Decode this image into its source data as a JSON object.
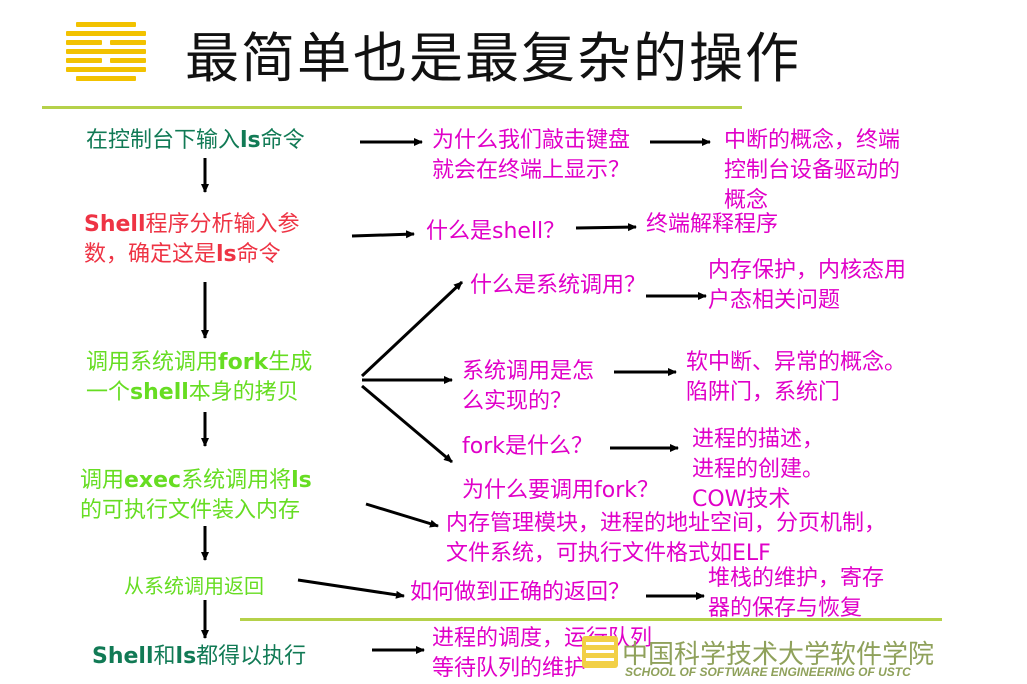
{
  "title": "最简单也是最复杂的操作",
  "left": {
    "step1": {
      "a": "在控制台下输入",
      "b": "ls",
      "c": "命令"
    },
    "step2": {
      "a": "Shell",
      "b": "程序分析输入参",
      "c": "数，确定这是",
      "d": "ls",
      "e": "命令"
    },
    "step3": {
      "a": "调用系统调用",
      "b": "fork",
      "c": "生成",
      "d": "一个",
      "e": "shell",
      "f": "本身的拷贝"
    },
    "step4": {
      "a": "调用",
      "b": "exec",
      "c": "系统调用将",
      "d": "ls",
      "e": "的可执行文件装入内存"
    },
    "step5": {
      "a": "从系统调用返回"
    },
    "step6": {
      "a": "Shell",
      "b": "和",
      "c": "ls",
      "d": "都得以执行"
    }
  },
  "questions": {
    "q1": [
      "为什么我们敲击键盘",
      "就会在终端上显示？"
    ],
    "q2": "什么是shell？",
    "q3": "什么是系统调用？",
    "q4": [
      "系统调用是怎",
      "么实现的？"
    ],
    "q5": "fork是什么？",
    "q6": "为什么要调用fork？",
    "q7": [
      "内存管理模块，进程的地址空间，分页机制，",
      "文件系统，可执行文件格式如ELF"
    ],
    "q8": "如何做到正确的返回？",
    "q9": [
      "进程的调度，运行队列",
      "等待队列的维护"
    ]
  },
  "answers": {
    "a1": [
      "中断的概念，终端",
      "控制台设备驱动的",
      "概念"
    ],
    "a2": "终端解释程序",
    "a3": [
      "内存保护，内核态用",
      "户态相关问题"
    ],
    "a4": [
      "软中断、异常的概念。",
      "陷阱门，系统门"
    ],
    "a5": [
      "进程的描述，",
      "进程的创建。",
      "COW技术"
    ],
    "a8": [
      "堆栈的维护，寄存",
      "器的保存与恢复"
    ]
  },
  "footer": {
    "cn": "中国科学技术大学软件学院",
    "en": "SCHOOL OF SOFTWARE ENGINEERING OF USTC"
  },
  "colors": {
    "accent_line": "#b5d14a",
    "logo": "#f2c200",
    "question": "#e000c8",
    "step_green": "#66dd22",
    "step_dark": "#117a55",
    "step_red": "#ee3344"
  }
}
